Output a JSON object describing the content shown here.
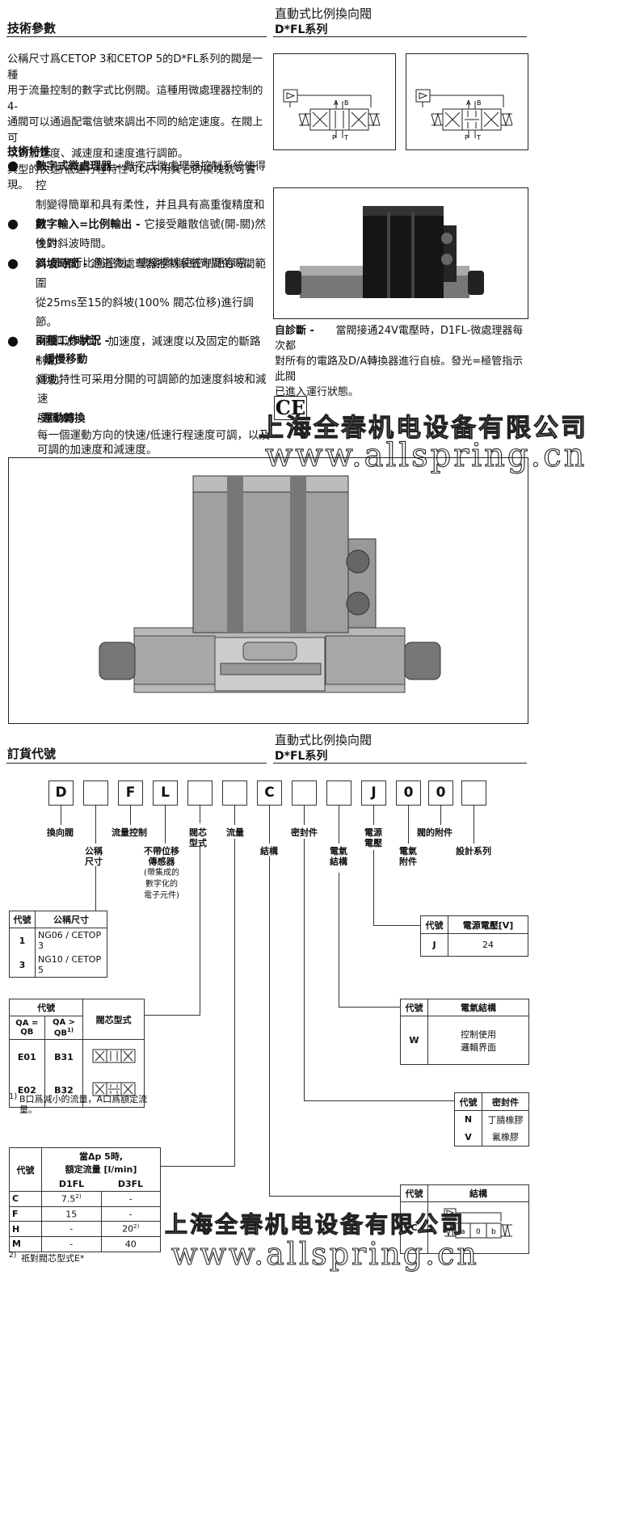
{
  "header": {
    "left_title": "技術參數",
    "right_title1": "直動式比例換向閥",
    "right_title2": "D*FL系列"
  },
  "intro": [
    "公稱尺寸爲CETOP 3和CETOP 5的D*FL系列的閥是一種",
    "用于流量控制的數字式比例閥。這種用微處理器控制的4-",
    "通閥可以通過配電信號來調出不同的給定速度。在閥上可",
    "以對加速度、減速度和速度進行調節。",
    "典型的快速/低速行程特性可以不用其它的模塊就可實現。"
  ],
  "features_title": "技術特性",
  "features": [
    {
      "bold": "數字式微處理器 - ",
      "lines": [
        "數字式微處理器控制系統使得控",
        "制變得簡單和具有柔性，并且具有高重復精度和綫",
        "性的斜波時間。"
      ]
    },
    {
      "bold": "數字輸入=比例輸出 - ",
      "lines": [
        "它接受離散信號(開-關)然後對",
        "流 量進行比例控制。總綫模塊使控制更容易。"
      ]
    },
    {
      "bold": "斜坡時間 - ",
      "lines": [
        "通過微處理器控制系統可對的時間範圍",
        "從25ms至15的斜坡(100% 閥芯位移)進行調節。",
        "3個斜波時間：加速度，減速度以及固定的斷路制動",
        "斜坡。"
      ]
    },
    {
      "bold": "兩種工作狀況 -",
      "lines": []
    }
  ],
  "mode1_title": "- 緩慢移動",
  "mode1_lines": [
    "運動特性可采用分開的可調節的加速度斜坡和減速",
    "度斜坡。"
  ],
  "mode2_title": "-運動轉換",
  "mode2_lines": [
    "每一個運動方向的快速/低速行程速度可調，以及",
    "可調的加速度和減速度。"
  ],
  "diag": {
    "a": "A",
    "b": "B",
    "p": "P",
    "t": "T"
  },
  "selfdiag_bold": "自診斷 - ",
  "selfdiag_lines": [
    "當閥接通24V電壓時，D1FL-微處理器每次都",
    "對所有的電路及D/A轉換器進行自檢。發光=極管指示此閥",
    "已進入運行狀態。"
  ],
  "ce_mark": "CE",
  "watermark_cn": "上海全春机电设备有限公司",
  "watermark_en": "www.allspring.cn",
  "order": {
    "left_title": "訂貨代號",
    "right_title1": "直動式比例換向閥",
    "right_title2": "D*FL系列",
    "codes": [
      "D",
      "",
      "F",
      "L",
      "",
      "",
      "C",
      "",
      "",
      "J",
      "0",
      "0",
      ""
    ],
    "labels": {
      "l1": "換向閥",
      "l2a": "公稱",
      "l2b": "尺寸",
      "l3": "流量控制",
      "l4a": "不帶位移",
      "l4b": "傳感器",
      "l4c": "(帶集成的",
      "l4d": "數字化的",
      "l4e": "電子元件)",
      "l5a": "閥芯",
      "l5b": "型式",
      "l6": "流量",
      "l7": "結構",
      "l8": "密封件",
      "l9a": "電氣",
      "l9b": "結構",
      "l10a": "電源",
      "l10b": "電壓",
      "l11a": "電氣",
      "l11b": "附件",
      "l12": "閥的附件",
      "l13": "設計系列"
    }
  },
  "t_size": {
    "h1": "代號",
    "h2": "公稱尺寸",
    "rows": [
      [
        "1",
        "NG06 / CETOP 3"
      ],
      [
        "3",
        "NG10 / CETOP 5"
      ]
    ]
  },
  "t_spool": {
    "h1": "代號",
    "h_sym": "閥芯型式",
    "h_eq": "QA = QB",
    "h_gt": "QA > QB",
    "h_gt_sup": "1)",
    "rows": [
      [
        "E01",
        "B31"
      ],
      [
        "E02",
        "B32"
      ]
    ],
    "note_mark": "1)",
    "note": [
      "B口爲減小的流量，A口爲額定流",
      "量。"
    ]
  },
  "t_flow": {
    "h1": "代號",
    "h2a": "當Δp 5時,",
    "h2b": "額定流量 [l/min]",
    "c1": "D1FL",
    "c2": "D3FL",
    "rows": [
      [
        "C",
        "7.5",
        "2)",
        "-",
        ""
      ],
      [
        "F",
        "15",
        "",
        "-",
        ""
      ],
      [
        "H",
        "-",
        "",
        "20",
        "2)"
      ],
      [
        "M",
        "-",
        "",
        "40",
        ""
      ]
    ],
    "note_mark": "2)",
    "note": "祇對閥芯型式E*"
  },
  "t_volt": {
    "h1": "代號",
    "h2": "電源電壓[V]",
    "rows": [
      [
        "J",
        "24"
      ]
    ]
  },
  "t_elec": {
    "h1": "代號",
    "h2": "電氣結構",
    "rows": [
      [
        "W",
        "控制使用",
        "邏輯界面"
      ]
    ]
  },
  "t_seal": {
    "h1": "代號",
    "h2": "密封件",
    "rows": [
      [
        "N",
        "丁腈橡膠"
      ],
      [
        "V",
        "氟橡膠"
      ]
    ]
  },
  "t_struct": {
    "h1": "代號",
    "h2": "結構",
    "rows": [
      [
        "C"
      ]
    ],
    "sym": {
      "a": "a",
      "o": "0",
      "b": "b"
    }
  }
}
